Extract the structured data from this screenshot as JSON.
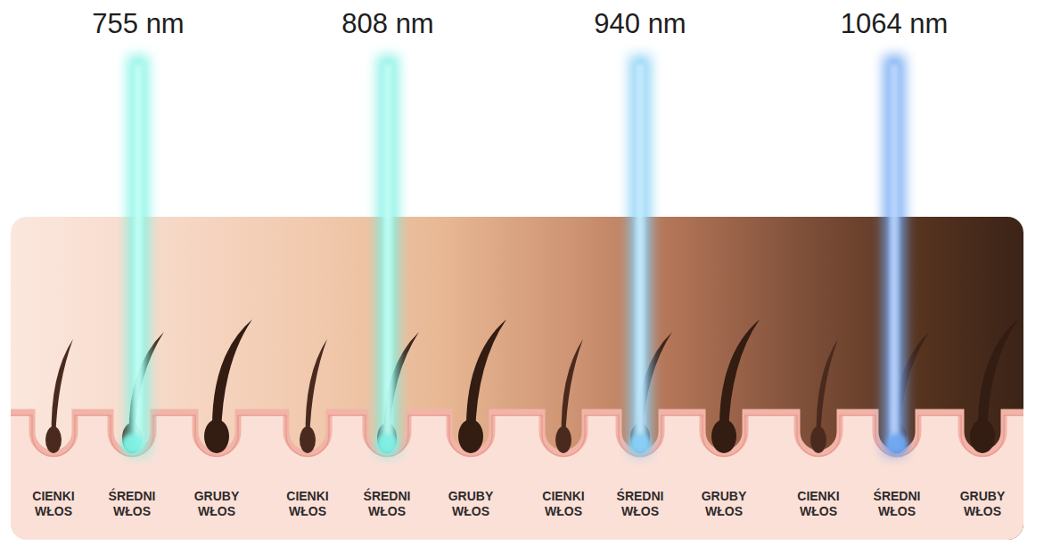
{
  "diagram": {
    "labels": [
      "755 nm",
      "808 nm",
      "940 nm",
      "1064 nm",
      "CIENKI WŁOS",
      "ŚREDNI WŁOS",
      "GRUBY WŁOS",
      "CIENKI WŁOS",
      "ŚREDNI WŁOS",
      "GRUBY WŁOS",
      "CIENKI WŁOS",
      "ŚREDNI WŁOS",
      "GRUBY WŁOS",
      "CIENKI WŁOS",
      "ŚREDNI WŁOS",
      "GRUBY WŁOS"
    ]
  }
}
